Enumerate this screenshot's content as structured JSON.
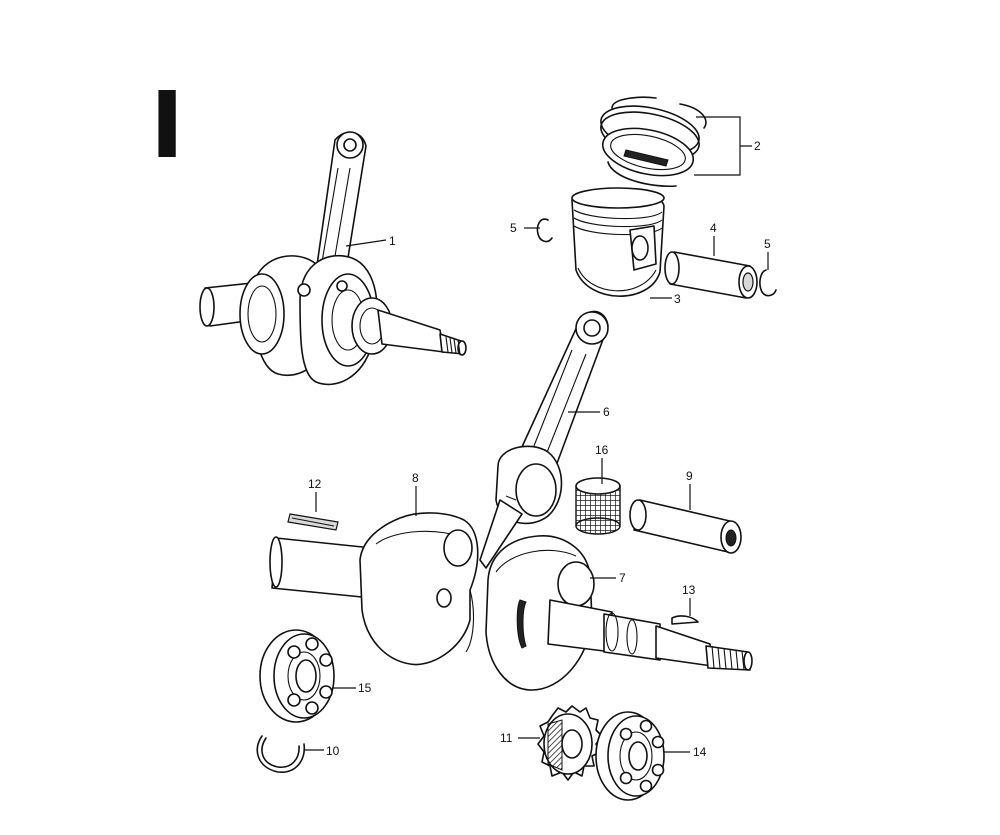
{
  "section_mark": "I",
  "callouts": {
    "c1": "1",
    "c2": "2",
    "c3": "3",
    "c4": "4",
    "c5a": "5",
    "c5b": "5",
    "c6": "6",
    "c7": "7",
    "c8": "8",
    "c9": "9",
    "c10": "10",
    "c11": "11",
    "c12": "12",
    "c13": "13",
    "c14": "14",
    "c15": "15",
    "c16": "16"
  }
}
